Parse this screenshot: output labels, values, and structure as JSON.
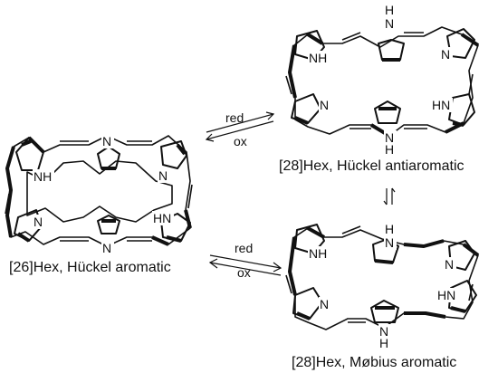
{
  "labels": {
    "hex26": "[26]Hex, Hückel aromatic",
    "hex28_anti": "[28]Hex, Hückel antiaromatic",
    "hex28_mobius": "[28]Hex, Møbius aromatic",
    "arrow_top_red": "red",
    "arrow_top_ox": "ox",
    "arrow_bottom_red": "red",
    "arrow_bottom_ox": "ox"
  },
  "atoms": {
    "nh": "NH",
    "hn": "HN",
    "n": "N",
    "h": "H"
  },
  "colors": {
    "ink": "#111111",
    "background": "#ffffff"
  }
}
